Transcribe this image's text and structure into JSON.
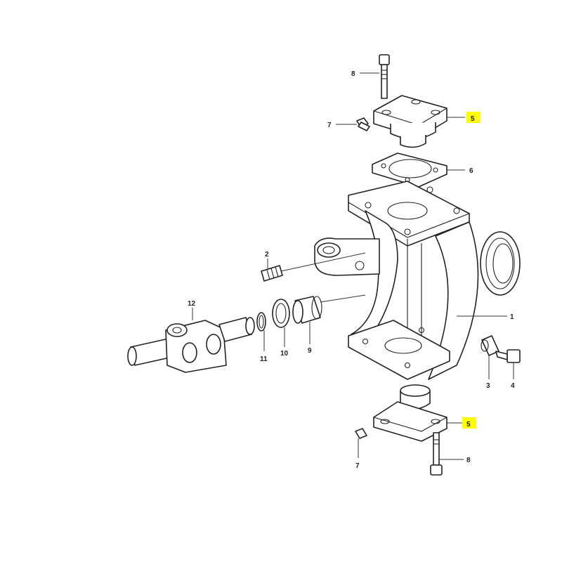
{
  "highlight_color": "#ffff00",
  "callouts": [
    {
      "id": "8",
      "label": "8",
      "highlighted": false
    },
    {
      "id": "7",
      "label": "7",
      "highlighted": false
    },
    {
      "id": "5",
      "label": "5",
      "highlighted": true
    },
    {
      "id": "6",
      "label": "6",
      "highlighted": false
    },
    {
      "id": "2",
      "label": "2",
      "highlighted": false
    },
    {
      "id": "12",
      "label": "12",
      "highlighted": false
    },
    {
      "id": "1",
      "label": "1",
      "highlighted": false
    },
    {
      "id": "11",
      "label": "11",
      "highlighted": false
    },
    {
      "id": "10",
      "label": "10",
      "highlighted": false
    },
    {
      "id": "9",
      "label": "9",
      "highlighted": false
    },
    {
      "id": "3",
      "label": "3",
      "highlighted": false
    },
    {
      "id": "4",
      "label": "4",
      "highlighted": false
    },
    {
      "id": "5b",
      "label": "5",
      "highlighted": true
    },
    {
      "id": "7b",
      "label": "7",
      "highlighted": false
    },
    {
      "id": "8b",
      "label": "8",
      "highlighted": false
    }
  ]
}
